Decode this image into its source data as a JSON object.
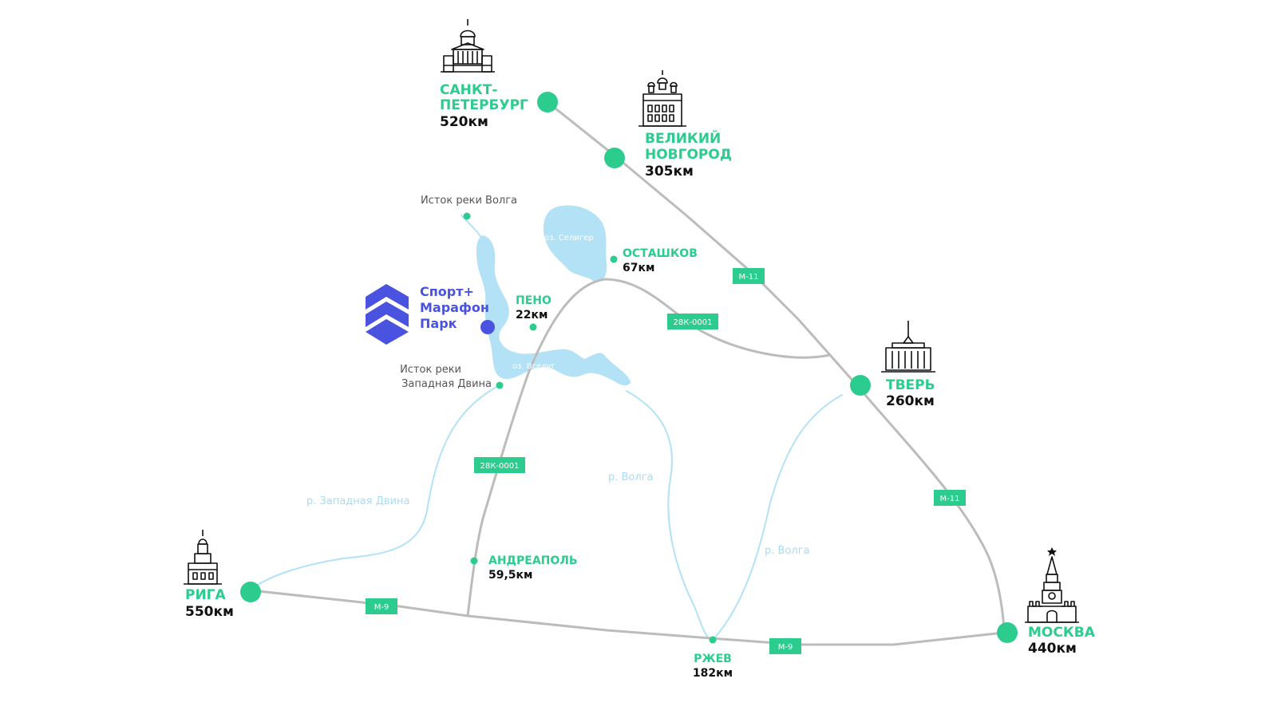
{
  "cities": {
    "spb": {
      "name1": "САНКТ-",
      "name2": "ПЕТЕРБУРГ",
      "dist": "520км"
    },
    "novgorod": {
      "name1": "ВЕЛИКИЙ",
      "name2": "НОВГОРОД",
      "dist": "305км"
    },
    "tver": {
      "name1": "ТВЕРЬ",
      "dist": "260км"
    },
    "moscow": {
      "name1": "МОСКВА",
      "dist": "440км"
    },
    "riga": {
      "name1": "РИГА",
      "dist": "550км"
    }
  },
  "towns": {
    "ostashkov": {
      "name": "ОСТАШКОВ",
      "dist": "67км"
    },
    "peno": {
      "name": "ПЕНО",
      "dist": "22км"
    },
    "andreapol": {
      "name": "АНДРЕАПОЛЬ",
      "dist": "59,5км"
    },
    "rzhev": {
      "name": "РЖЕВ",
      "dist": "182км"
    }
  },
  "places": {
    "volga_source": "Исток реки Волга",
    "dvina_source_1": "Исток реки",
    "dvina_source_2": "Западная Двина"
  },
  "water": {
    "seliger": "оз. Селигер",
    "vselug": "оз. Вселуг",
    "volga_upper": "р. Волга",
    "volga_lower": "р. Волга",
    "zap_dvina": "р. Западная Двина"
  },
  "roads": {
    "m11_a": "М-11",
    "m11_b": "М-11",
    "r28k_a": "28К-0001",
    "r28k_b": "28К-0001",
    "m9_a": "М-9",
    "m9_b": "М-9"
  },
  "logo": {
    "line1": "Спорт+",
    "line2": "Марафон",
    "line3": "Парк"
  },
  "colors": {
    "accent_green": "#2ccc8f",
    "road_gray": "#bcbcbc",
    "water_blue": "#b3e2f6",
    "brand_blue": "#4a52e0"
  },
  "icons": {
    "spb": "cathedral-icon",
    "novgorod": "kremlin-church-icon",
    "tver": "palace-icon",
    "moscow": "kremlin-tower-icon",
    "riga": "castle-tower-icon"
  }
}
